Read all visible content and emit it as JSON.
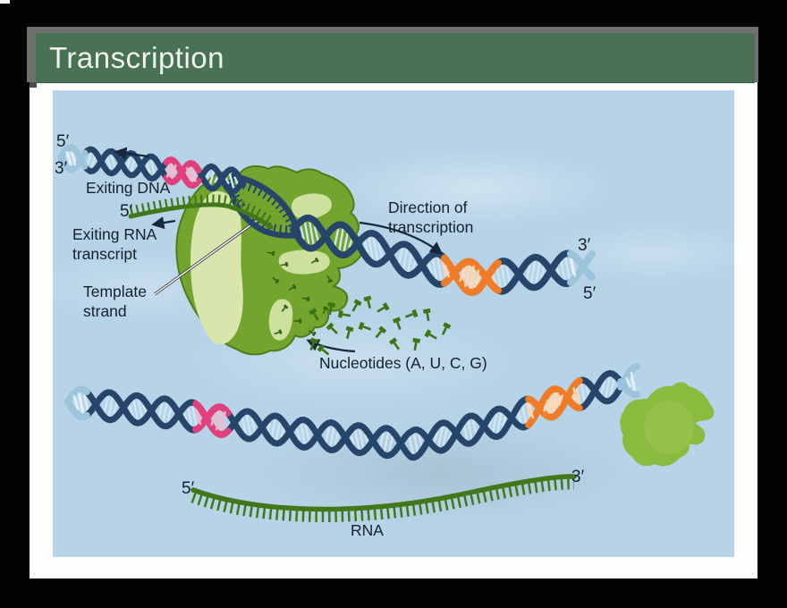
{
  "title_bar": {
    "title": "Transcription"
  },
  "diagram": {
    "labels": {
      "five_prime_top": "5′",
      "three_prime_top": "3′",
      "exiting_dna": "Exiting DNA",
      "five_prime_rna": "5′",
      "exiting_rna_transcript": "Exiting RNA\ntranscript",
      "template_strand": "Template\nstrand",
      "direction_of_transcription": "Direction of\ntranscription",
      "nucleotides": "Nucleotides (A, U, C, G)",
      "three_prime_right": "3′",
      "five_prime_right": "5′",
      "five_prime_rna_bottom": "5′",
      "three_prime_rna_bottom": "3′",
      "rna": "RNA"
    },
    "colors": {
      "title_bg": "#487253",
      "title_chrome": "#6f6f6f",
      "slide_bg": "#fdfdfb",
      "diagram_bg": "#b6d3e7",
      "dna_navy": "#25456a",
      "dna_navy_dark": "#16283c",
      "dna_light_fade": "#9cc4db",
      "rung_light": "#cfe6f4",
      "rung_fade": "#e2f1f8",
      "pink": "#e0417c",
      "pink_rung": "#f4b8ce",
      "orange": "#f07c28",
      "orange_rung": "#fbd9b8",
      "polymerase_green": "#73a52e",
      "polymerase_edge": "#4e7d1a",
      "polymerase_light": "#d8e5ad",
      "polymerase_light2": "#cde09e",
      "speckle_green": "#2e6310",
      "rna_green": "#41791a",
      "nucleotide_green": "#3c7614",
      "detached_blob": "#8abb3f",
      "detached_blob_light": "#9ac54d",
      "label_color": "#15202b"
    }
  }
}
